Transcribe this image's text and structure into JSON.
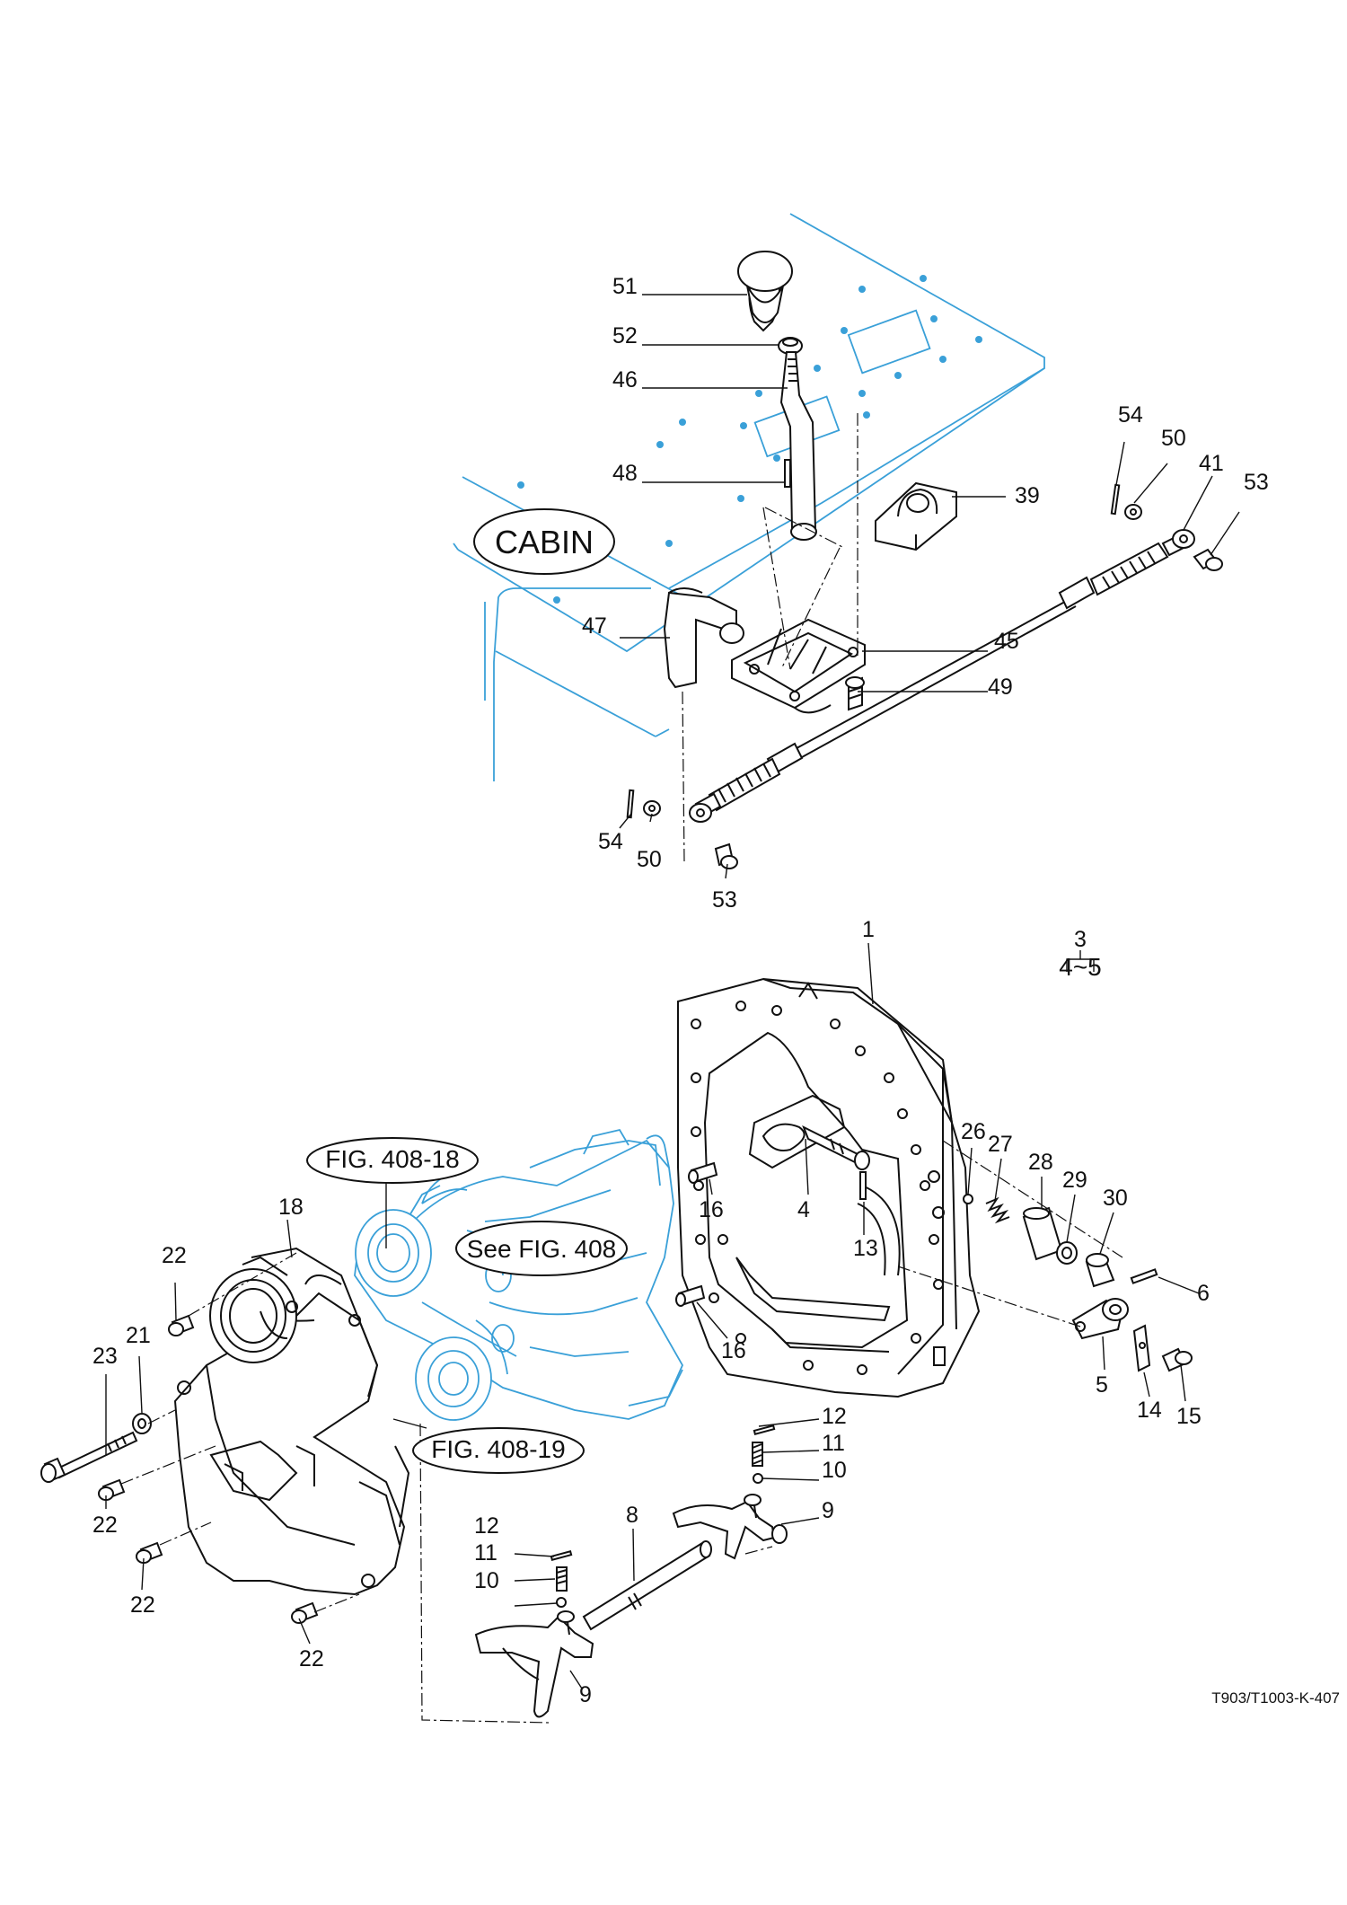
{
  "callouts": {
    "c51": "51",
    "c52": "52",
    "c46": "46",
    "c48": "48",
    "c39": "39",
    "c54a": "54",
    "c50a": "50",
    "c41": "41",
    "c53a": "53",
    "c47": "47",
    "c45": "45",
    "c49": "49",
    "c54b": "54",
    "c50b": "50",
    "c53b": "53",
    "c3": "3",
    "c3range": "4~5",
    "c1": "1",
    "c26": "26",
    "c27": "27",
    "c28": "28",
    "c29": "29",
    "c30": "30",
    "c16a": "16",
    "c4": "4",
    "c13": "13",
    "c6": "6",
    "c16b": "16",
    "c5": "5",
    "c14": "14",
    "c15": "15",
    "c18": "18",
    "c22a": "22",
    "c21": "21",
    "c23": "23",
    "c22b": "22",
    "c22c": "22",
    "c22d": "22",
    "c12a": "12",
    "c11a": "11",
    "c10a": "10",
    "c9a": "9",
    "c8": "8",
    "c12b": "12",
    "c11b": "11",
    "c10b": "10",
    "c9b": "9"
  },
  "tags": {
    "cabin": "CABIN",
    "fig408_18": "FIG. 408-18",
    "see_fig408": "See FIG. 408",
    "fig408_19": "FIG. 408-19"
  },
  "drawing_code": "T903/T1003-K-407",
  "colors": {
    "line": "#111111",
    "reference_parts": "#3aa0d8",
    "background": "#ffffff"
  }
}
